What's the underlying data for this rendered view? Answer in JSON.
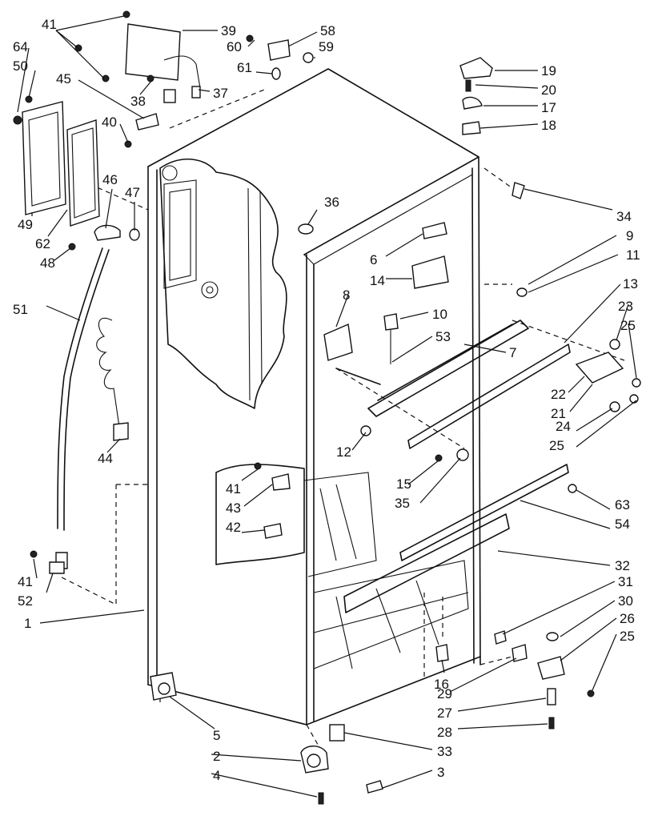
{
  "callouts": [
    {
      "id": "c41a",
      "text": "41"
    },
    {
      "id": "c39",
      "text": "39"
    },
    {
      "id": "c58",
      "text": "58"
    },
    {
      "id": "c60",
      "text": "60"
    },
    {
      "id": "c59",
      "text": "59"
    },
    {
      "id": "c61",
      "text": "61"
    },
    {
      "id": "c64",
      "text": "64"
    },
    {
      "id": "c50",
      "text": "50"
    },
    {
      "id": "c45",
      "text": "45"
    },
    {
      "id": "c38",
      "text": "38"
    },
    {
      "id": "c37",
      "text": "37"
    },
    {
      "id": "c40",
      "text": "40"
    },
    {
      "id": "c46",
      "text": "46"
    },
    {
      "id": "c47",
      "text": "47"
    },
    {
      "id": "c36",
      "text": "36"
    },
    {
      "id": "c49",
      "text": "49"
    },
    {
      "id": "c62",
      "text": "62"
    },
    {
      "id": "c48",
      "text": "48"
    },
    {
      "id": "c51",
      "text": "51"
    },
    {
      "id": "c19",
      "text": "19"
    },
    {
      "id": "c20",
      "text": "20"
    },
    {
      "id": "c17",
      "text": "17"
    },
    {
      "id": "c18",
      "text": "18"
    },
    {
      "id": "c34",
      "text": "34"
    },
    {
      "id": "c9",
      "text": "9"
    },
    {
      "id": "c11",
      "text": "11"
    },
    {
      "id": "c6",
      "text": "6"
    },
    {
      "id": "c14",
      "text": "14"
    },
    {
      "id": "c13",
      "text": "13"
    },
    {
      "id": "c8",
      "text": "8"
    },
    {
      "id": "c10",
      "text": "10"
    },
    {
      "id": "c23",
      "text": "23"
    },
    {
      "id": "c25a",
      "text": "25"
    },
    {
      "id": "c53",
      "text": "53"
    },
    {
      "id": "c7",
      "text": "7"
    },
    {
      "id": "c22",
      "text": "22"
    },
    {
      "id": "c21",
      "text": "21"
    },
    {
      "id": "c24",
      "text": "24"
    },
    {
      "id": "c25b",
      "text": "25"
    },
    {
      "id": "c44",
      "text": "44"
    },
    {
      "id": "c12",
      "text": "12"
    },
    {
      "id": "c15",
      "text": "15"
    },
    {
      "id": "c35",
      "text": "35"
    },
    {
      "id": "c63",
      "text": "63"
    },
    {
      "id": "c54",
      "text": "54"
    },
    {
      "id": "c41b",
      "text": "41"
    },
    {
      "id": "c43",
      "text": "43"
    },
    {
      "id": "c42",
      "text": "42"
    },
    {
      "id": "c32",
      "text": "32"
    },
    {
      "id": "c41c",
      "text": "41"
    },
    {
      "id": "c52",
      "text": "52"
    },
    {
      "id": "c31",
      "text": "31"
    },
    {
      "id": "c30",
      "text": "30"
    },
    {
      "id": "c1",
      "text": "1"
    },
    {
      "id": "c26",
      "text": "26"
    },
    {
      "id": "c25c",
      "text": "25"
    },
    {
      "id": "c16",
      "text": "16"
    },
    {
      "id": "c29",
      "text": "29"
    },
    {
      "id": "c27",
      "text": "27"
    },
    {
      "id": "c28",
      "text": "28"
    },
    {
      "id": "c5",
      "text": "5"
    },
    {
      "id": "c33",
      "text": "33"
    },
    {
      "id": "c2",
      "text": "2"
    },
    {
      "id": "c3",
      "text": "3"
    },
    {
      "id": "c4",
      "text": "4"
    }
  ]
}
